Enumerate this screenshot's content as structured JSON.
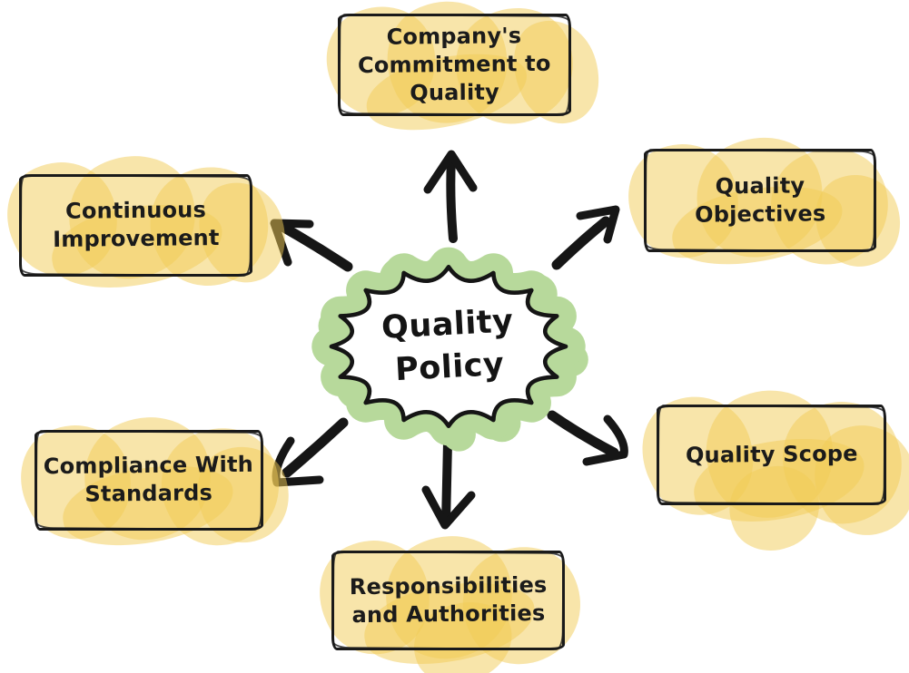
{
  "diagram": {
    "type": "mind-map",
    "center": {
      "label": "Quality\nPolicy"
    },
    "nodes": [
      {
        "id": "commitment",
        "label": "Company's\nCommitment to\nQuality",
        "position": "top"
      },
      {
        "id": "objectives",
        "label": "Quality\nObjectives",
        "position": "top-right"
      },
      {
        "id": "scope",
        "label": "Quality Scope",
        "position": "right"
      },
      {
        "id": "responsibilities",
        "label": "Responsibilities\nand Authorities",
        "position": "bottom"
      },
      {
        "id": "compliance",
        "label": "Compliance With\nStandards",
        "position": "bottom-left"
      },
      {
        "id": "improvement",
        "label": "Continuous\nImprovement",
        "position": "left"
      }
    ],
    "colors": {
      "ink": "#1a1a1a",
      "highlight_yellow": "#f2cd55",
      "highlight_green": "#b7d99b",
      "background": "#ffffff"
    }
  }
}
